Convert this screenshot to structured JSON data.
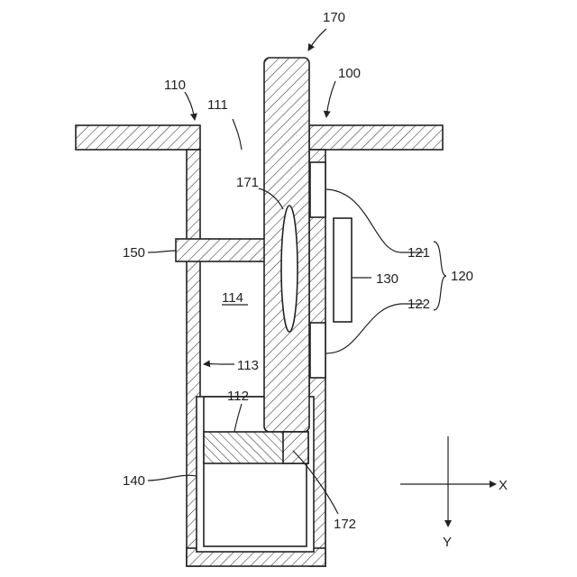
{
  "labels": {
    "l170": "170",
    "l100": "100",
    "l110": "110",
    "l111": "111",
    "l171": "171",
    "l121": "121",
    "l120": "120",
    "l130": "130",
    "l122": "122",
    "l150": "150",
    "l114": "114",
    "l113": "113",
    "l112": "112",
    "l140": "140",
    "l172": "172"
  },
  "axes": {
    "x": "X",
    "y": "Y"
  }
}
